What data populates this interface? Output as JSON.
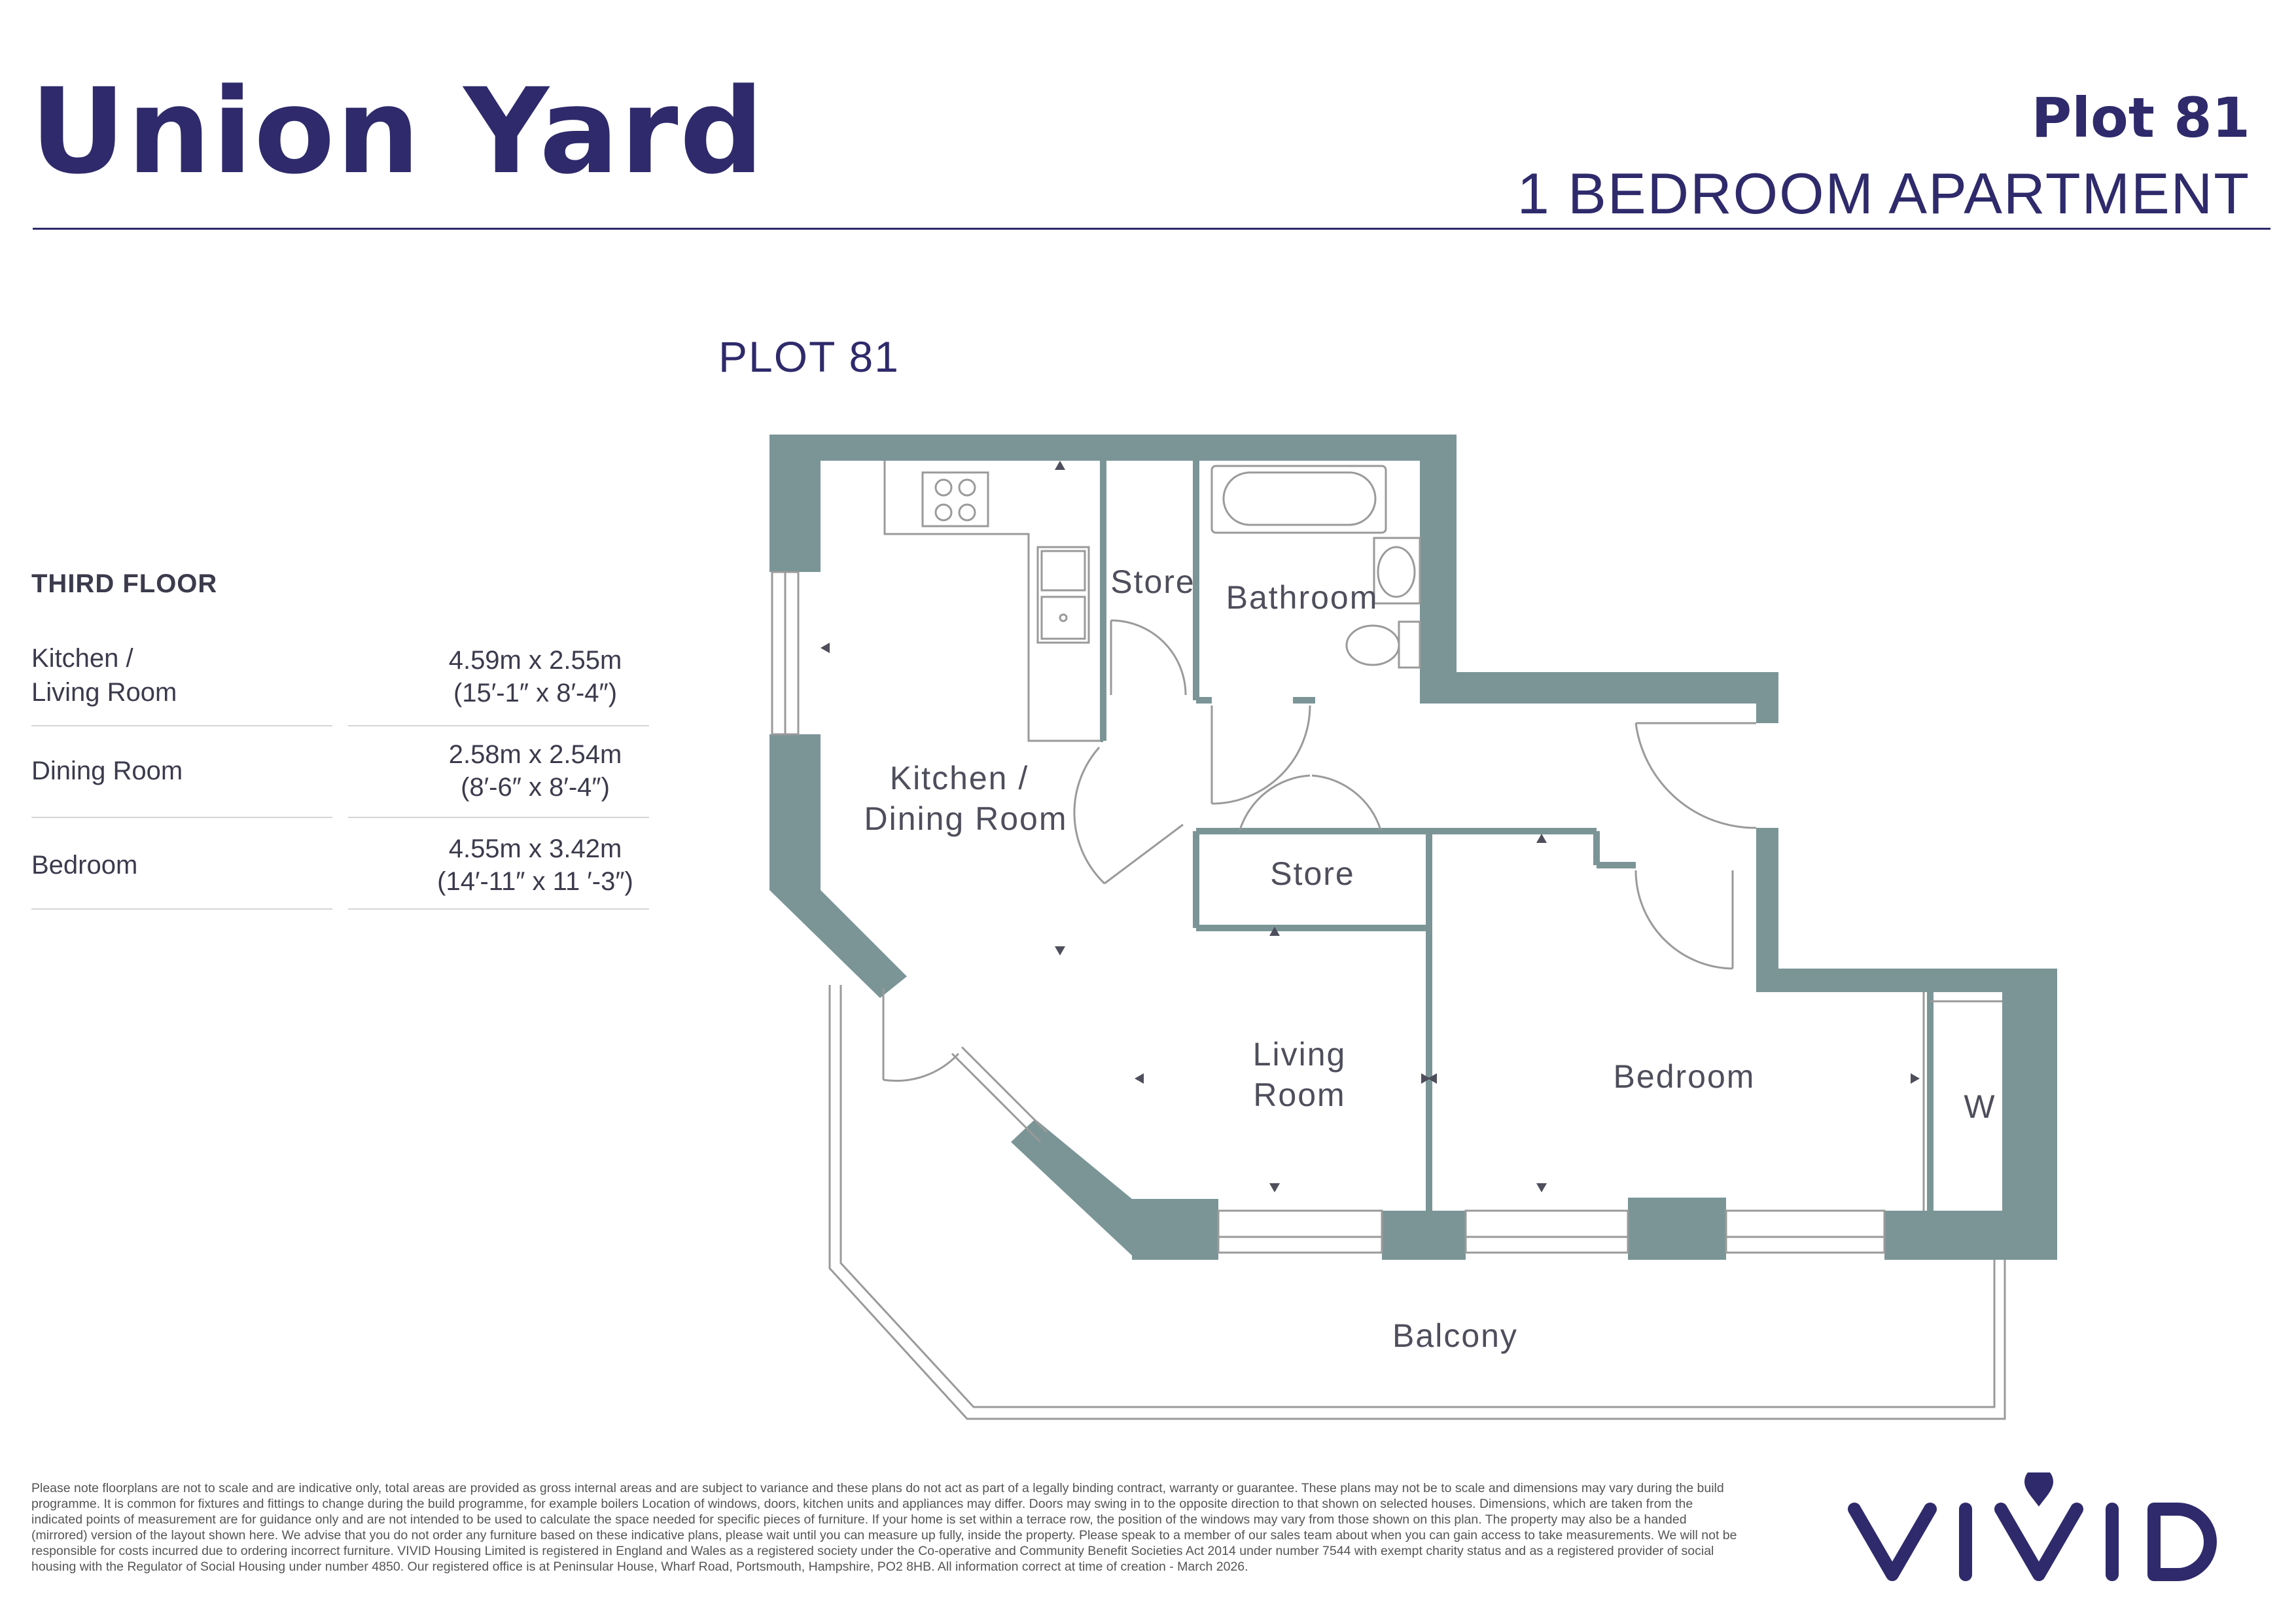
{
  "header": {
    "title": "Union Yard",
    "plot": "Plot 81",
    "apartment_type": "1 BEDROOM APARTMENT"
  },
  "plot_label": "PLOT 81",
  "schedule": {
    "floor": "THIRD FLOOR",
    "rooms": [
      {
        "name": "Kitchen /\nLiving Room",
        "metric": "4.59m x 2.55m",
        "imperial": "(15′-1″ x 8′-4″)"
      },
      {
        "name": "Dining Room",
        "metric": "2.58m x 2.54m",
        "imperial": "(8′-6″ x 8′-4″)"
      },
      {
        "name": "Bedroom",
        "metric": "4.55m x 3.42m",
        "imperial": "(14′-11″ x 11 ′-3″)"
      }
    ]
  },
  "plan_labels": {
    "store_1": "Store",
    "bathroom": "Bathroom",
    "kitchen_dining_1": "Kitchen /",
    "kitchen_dining_2": "Dining Room",
    "store_2": "Store",
    "living_1": "Living",
    "living_2": "Room",
    "bedroom": "Bedroom",
    "wardrobe": "W",
    "balcony": "Balcony"
  },
  "colors": {
    "brand": "#2e2a6b",
    "wall": "#7b9597",
    "text": "#3b3b4d"
  },
  "logo": {
    "text": "VIVID"
  },
  "disclaimer": "Please note floorplans are not to scale and are indicative only, total areas are provided as gross internal areas and are subject to variance and these plans do not act as part of a legally binding contract, warranty or guarantee. These plans may not be to scale and dimensions may vary during the build programme. It is common for fixtures and fittings to change during the build programme, for example boilers Location of windows, doors, kitchen units and appliances may differ. Doors may swing in to the opposite direction to that shown on selected houses. Dimensions, which are taken from the indicated points of measurement are for guidance only and are not intended to be used to calculate the space needed for specific pieces of furniture. If your home is set within a terrace row, the position of the windows may vary from those shown on this plan. The property may also be a handed (mirrored) version of the layout shown here. We advise that you do not order any furniture based on these indicative plans, please wait until you can measure up fully, inside the property. Please speak to a member of our sales team about when you can gain access to take measurements. We will not be responsible for costs incurred due to ordering incorrect furniture. VIVID Housing Limited is registered in England and Wales as a registered society under the Co-operative and Community Benefit Societies Act 2014 under number 7544 with exempt charity status and as a registered provider of social housing with the Regulator of Social Housing under number 4850. Our registered office is at Peninsular House, Wharf Road, Portsmouth, Hampshire, PO2 8HB. All information correct at time of creation - March 2026."
}
